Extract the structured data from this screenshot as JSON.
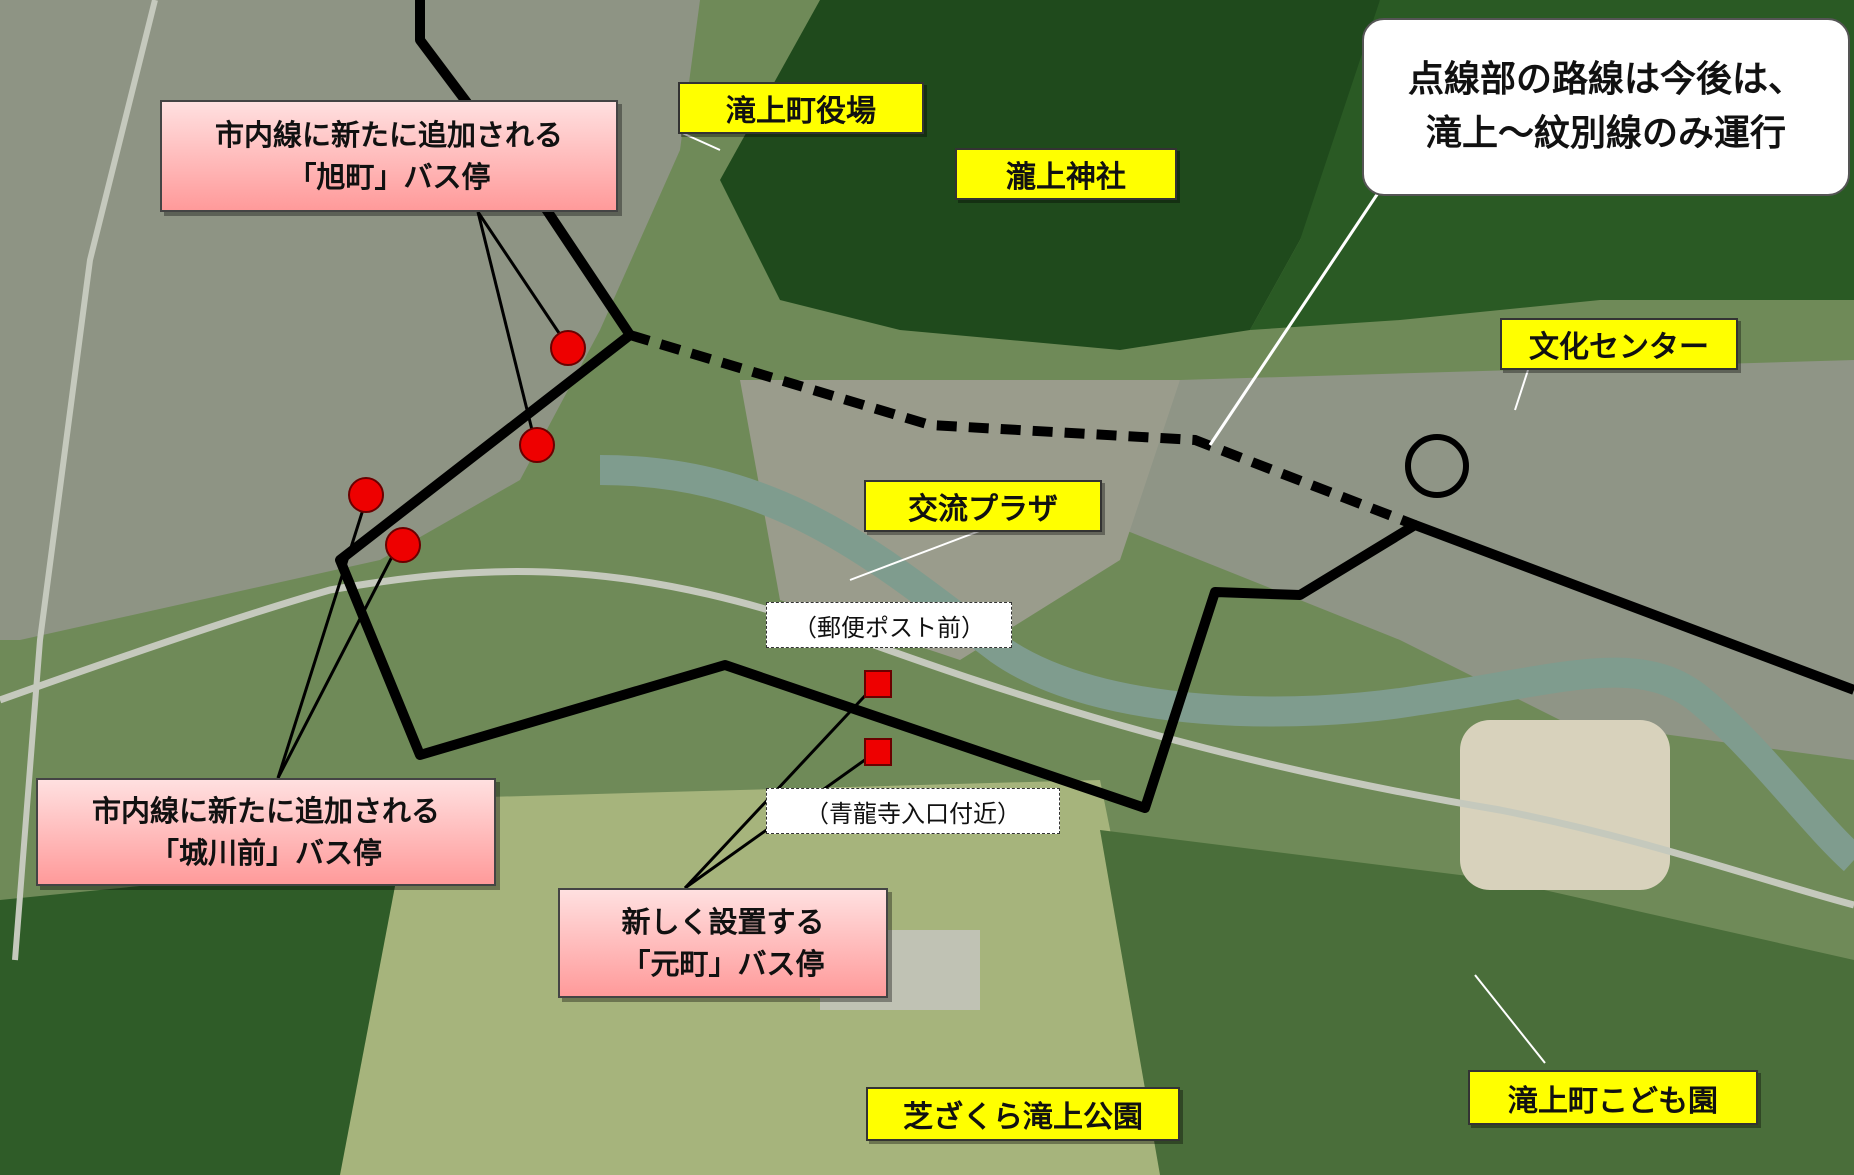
{
  "callout": {
    "line1": "点線部の路線は今後は、",
    "line2": "滝上～紋別線のみ運行"
  },
  "places": {
    "town_office": "滝上町役場",
    "shrine": "瀧上神社",
    "culture_center": "文化センター",
    "exchange_plaza": "交流プラザ",
    "nursery": "滝上町こども園",
    "park": "芝ざくら滝上公園"
  },
  "new_stops": {
    "asahimachi": {
      "line1": "市内線に新たに追加される",
      "line2": "「旭町」バス停"
    },
    "shirokawamae": {
      "line1": "市内線に新たに追加される",
      "line2": "「城川前」バス停"
    },
    "motomachi": {
      "line1": "新しく設置する",
      "line2": "「元町」バス停"
    }
  },
  "stop_locations": {
    "post_box": "（郵便ポスト前）",
    "seiryuji": "（青龍寺入口付近）"
  },
  "colors": {
    "route": "#000000",
    "stop_marker": "#ee0000",
    "place_label": "#ffff00",
    "new_stop_label": "#ff9a9a"
  }
}
